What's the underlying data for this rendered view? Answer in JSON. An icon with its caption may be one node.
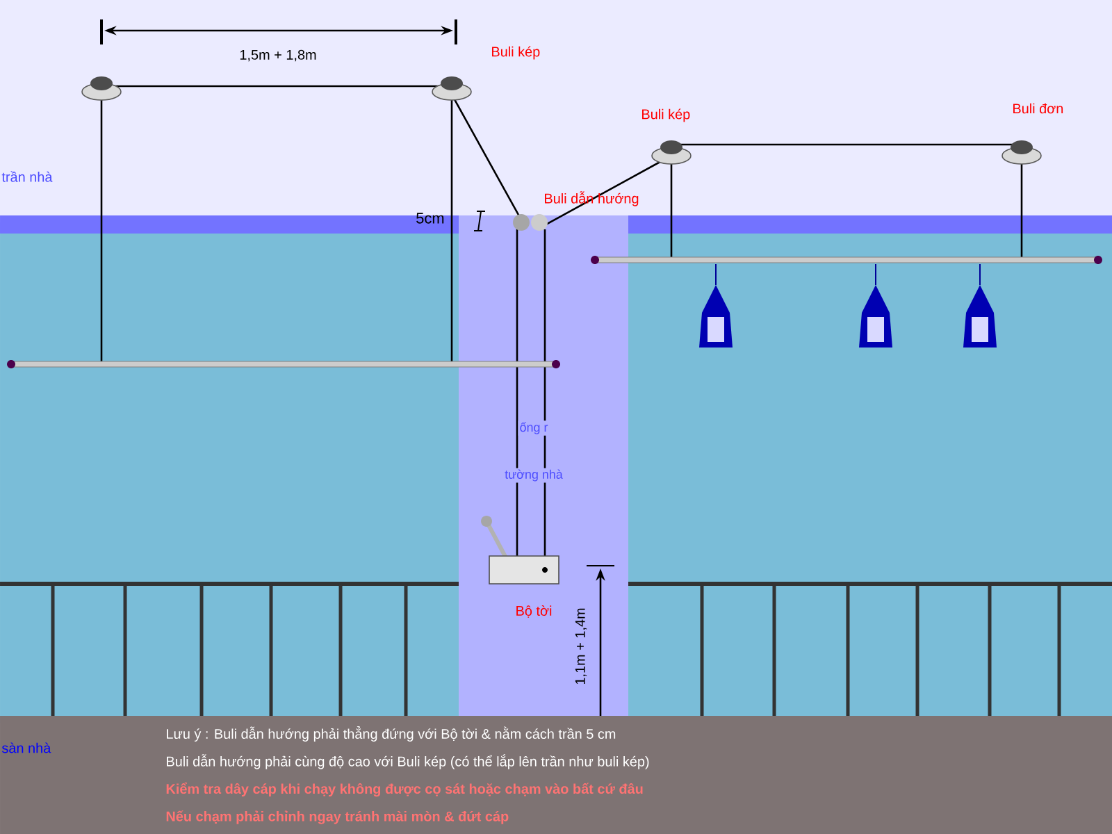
{
  "diagram": {
    "labels": [
      "1,5m + 1,8m",
      "Buli kép",
      "Buli kép",
      "Buli đơn",
      "trần nhà",
      "Buli dẫn hướng",
      "5cm",
      "ống r",
      "tường nhà",
      "Bộ tời",
      "1,1m + 1,4m",
      "sàn nhà",
      "Lưu ý : Buli dẫn hướng phải thẳng đứng với Bộ tời & nằm cách trần 5 cm",
      "Buli dẫn hướng phải cùng độ cao với Buli kép (có thể lắp lên trần như buli kép)",
      "Kiểm tra dây cáp khi chạy không được cọ sát hoặc chạm vào bất cứ đâu",
      "Nếu chạm phải chỉnh ngay tránh mài mòn & đứt cáp"
    ]
  }
}
